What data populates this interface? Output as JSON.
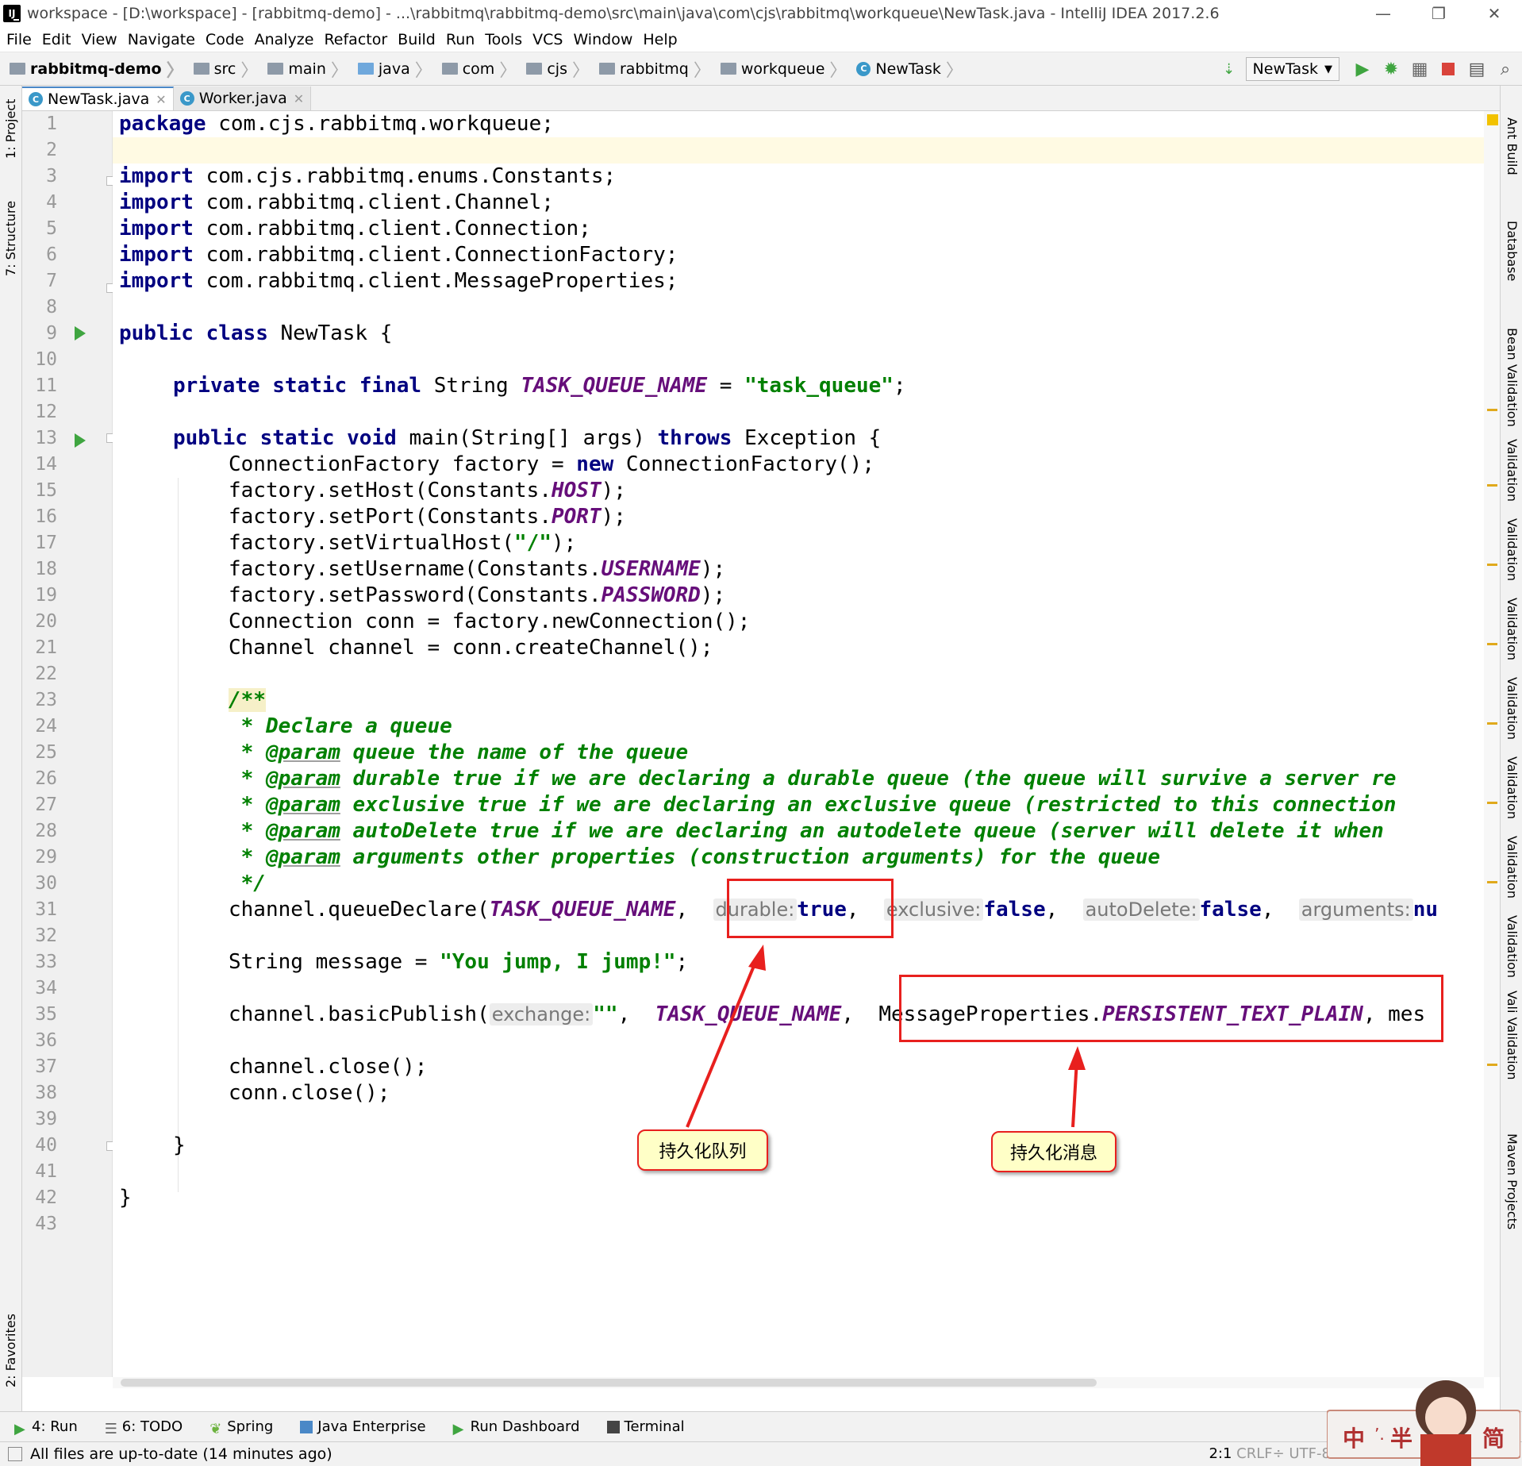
{
  "window": {
    "title": "workspace - [D:\\workspace] - [rabbitmq-demo] - ...\\rabbitmq\\rabbitmq-demo\\src\\main\\java\\com\\cjs\\rabbitmq\\workqueue\\NewTask.java - IntelliJ IDEA 2017.2.6",
    "app_icon": "IJ",
    "minimize": "—",
    "maximize": "❐",
    "close": "✕"
  },
  "menu": [
    "File",
    "Edit",
    "View",
    "Navigate",
    "Code",
    "Analyze",
    "Refactor",
    "Build",
    "Run",
    "Tools",
    "VCS",
    "Window",
    "Help"
  ],
  "breadcrumbs": [
    "rabbitmq-demo",
    "src",
    "main",
    "java",
    "com",
    "cjs",
    "rabbitmq",
    "workqueue",
    "NewTask"
  ],
  "run_config": "NewTask",
  "tabs": [
    {
      "label": "NewTask.java",
      "active": true
    },
    {
      "label": "Worker.java",
      "active": false
    }
  ],
  "left_tools": [
    "1: Project",
    "7: Structure",
    "2: Favorites"
  ],
  "right_tools": [
    "Ant Build",
    "Database",
    "Bean Validation",
    "Validation",
    "Validation",
    "Validation",
    "Validation",
    "Validation",
    "Validation",
    "Validation",
    "Vali Validation",
    "Maven Projects"
  ],
  "code": {
    "package_kw": "package",
    "package_name": "com.cjs.rabbitmq.workqueue;",
    "import_kw": "import",
    "imports": [
      "com.cjs.rabbitmq.enums.Constants;",
      "com.rabbitmq.client.Channel;",
      "com.rabbitmq.client.Connection;",
      "com.rabbitmq.client.ConnectionFactory;",
      "com.rabbitmq.client.MessageProperties;"
    ],
    "public_kw": "public",
    "class_kw": "class",
    "class_name": "NewTask {",
    "private_kw": "private",
    "static_kw": "static",
    "final_kw": "final",
    "void_kw": "void",
    "throws_kw": "throws",
    "new_kw": "new",
    "string_type": "String",
    "task_queue_const": "TASK_QUEUE_NAME",
    "eq": "=",
    "task_queue_value": "\"task_queue\"",
    "semi": ";",
    "main_sig": "main(String[] args)",
    "exception_tail": "Exception {",
    "l14a": "ConnectionFactory factory = ",
    "l14b": " ConnectionFactory();",
    "l15a": "factory.setHost(Constants.",
    "l15c": "HOST",
    "l16a": "factory.setPort(Constants.",
    "l16c": "PORT",
    "l17a": "factory.setVirtualHost(",
    "l17s": "\"/\"",
    "l17b": ");",
    "l18a": "factory.setUsername(Constants.",
    "l18c": "USERNAME",
    "l19a": "factory.setPassword(Constants.",
    "l19c": "PASSWORD",
    "close_paren_semi": ");",
    "l20": "Connection conn = factory.newConnection();",
    "l21": "Channel channel = conn.createChannel();",
    "doc_open": "/**",
    "doc_star": " * ",
    "doc_summary": "Declare a queue",
    "param_tag": "@param",
    "doc_params": [
      " queue the name of the queue",
      " durable true if we are declaring a durable queue (the queue will survive a server re",
      " exclusive true if we are declaring an exclusive queue (restricted to this connection",
      " autoDelete true if we are declaring an autodelete queue (server will delete it when",
      " arguments other properties (construction arguments) for the queue"
    ],
    "doc_close": " */",
    "l31a": "channel.queueDeclare(",
    "comma": ", ",
    "hint_durable": "durable:",
    "true_kw": "true",
    "hint_exclusive": "exclusive:",
    "false_kw": "false",
    "hint_autodelete": "autoDelete:",
    "hint_arguments": "arguments:",
    "l31tail": "nu",
    "l33a": "String message = ",
    "l33s": "\"You jump, I jump!\"",
    "l35a": "channel.basicPublish(",
    "hint_exchange": "exchange:",
    "empty_str": "\"\"",
    "msgprops": "MessageProperties.",
    "persistent": "PERSISTENT_TEXT_PLAIN",
    "l35tail": ", mes",
    "l37": "channel.close();",
    "l38": "conn.close();",
    "rbrace": "}"
  },
  "annotations": {
    "durable_queue": "持久化队列",
    "durable_message": "持久化消息"
  },
  "bottom_tools": [
    "4: Run",
    "6: TODO",
    "Spring",
    "Java Enterprise",
    "Run Dashboard",
    "Terminal"
  ],
  "status": {
    "message": "All files are up-to-date (14 minutes ago)",
    "cursor": "2:1",
    "extra": "CRLF÷  UTF-8÷"
  },
  "watermark": {
    "chars": [
      "中",
      "半",
      "简"
    ]
  },
  "colors": {
    "keyword": "#000080",
    "string": "#008000",
    "constant": "#660e7a",
    "annotation_red": "#e8201e",
    "callout_bg": "#ffffc7"
  }
}
